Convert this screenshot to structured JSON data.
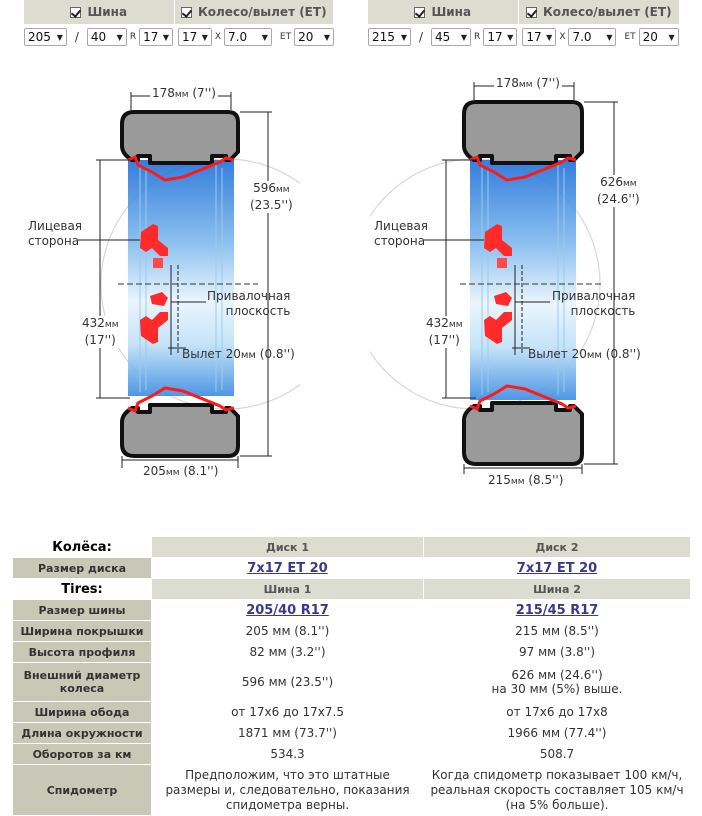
{
  "controls": [
    {
      "tire_label": "Шина",
      "wheel_label": "Колесо/вылет (ET)",
      "width": "205",
      "sep_slash": "/",
      "profile": "40",
      "sep_r": "R",
      "tire_diameter": "17",
      "wheel_diameter": "17",
      "sep_x": "X",
      "rim_width": "7.0",
      "sep_et": "ET",
      "et": "20"
    },
    {
      "tire_label": "Шина",
      "wheel_label": "Колесо/вылет (ET)",
      "width": "215",
      "sep_slash": "/",
      "profile": "45",
      "sep_r": "R",
      "tire_diameter": "17",
      "wheel_diameter": "17",
      "sep_x": "X",
      "rim_width": "7.0",
      "sep_et": "ET",
      "et": "20"
    }
  ],
  "diagrams": [
    {
      "rim_width_mm": "178",
      "rim_width_in": "(7'')",
      "outer_diam_mm": "596",
      "outer_diam_in": "(23.5'')",
      "rim_diam_mm": "432",
      "rim_diam_in": "(17'')",
      "tire_width_mm": "205",
      "tire_width_in": "(8.1'')",
      "face_label_1": "Лицевая",
      "face_label_2": "сторона",
      "mount_label_1": "Привалочная",
      "mount_label_2": "плоскость",
      "offset_label": "Вылет 20",
      "offset_in": "(0.8'')",
      "mm": "мм"
    },
    {
      "rim_width_mm": "178",
      "rim_width_in": "(7'')",
      "outer_diam_mm": "626",
      "outer_diam_in": "(24.6'')",
      "rim_diam_mm": "432",
      "rim_diam_in": "(17'')",
      "tire_width_mm": "215",
      "tire_width_in": "(8.5'')",
      "face_label_1": "Лицевая",
      "face_label_2": "сторона",
      "mount_label_1": "Привалочная",
      "mount_label_2": "плоскость",
      "offset_label": "Вылет 20",
      "offset_in": "(0.8'')",
      "mm": "мм"
    }
  ],
  "table": {
    "wheels_label": "Колёса:",
    "disk1": "Диск 1",
    "disk2": "Диск 2",
    "disk_size_label": "Размер диска",
    "disk_size_1": "7x17 ET 20",
    "disk_size_2": "7x17 ET 20",
    "tires_label": "Tires:",
    "tire1": "Шина 1",
    "tire2": "Шина 2",
    "tire_size_label": "Размер шины",
    "tire_size_1": "205/40 R17",
    "tire_size_2": "215/45 R17",
    "tread_width_label": "Ширина покрышки",
    "tread_width_1": "205 мм (8.1'')",
    "tread_width_2": "215 мм (8.5'')",
    "profile_label": "Высота профиля",
    "profile_1": "82 мм (3.2'')",
    "profile_2": "97 мм (3.8'')",
    "outer_label": "Внешний диаметр колеса",
    "outer_1": "596 мм (23.5'')",
    "outer_2_line1": "626 мм (24.6'')",
    "outer_2_line2": "на 30 мм (5%) выше.",
    "rim_width_label": "Ширина обода",
    "rim_width_1": "от 17x6 до 17x7.5",
    "rim_width_2": "от 17x6 до 17x8",
    "circ_label": "Длина окружности",
    "circ_1": "1871 мм (73.7'')",
    "circ_2": "1966 мм (77.4'')",
    "rev_label": "Оборотов за км",
    "rev_1": "534.3",
    "rev_2": "508.7",
    "speedo_label": "Спидометр",
    "speedo_1": "Предположим, что это штатные размеры и, следовательно, показания спидометра верны.",
    "speedo_2": "Когда спидометр показывает 100 км/ч, реальная скорость составляет 105 км/ч (на 5% больше)."
  }
}
